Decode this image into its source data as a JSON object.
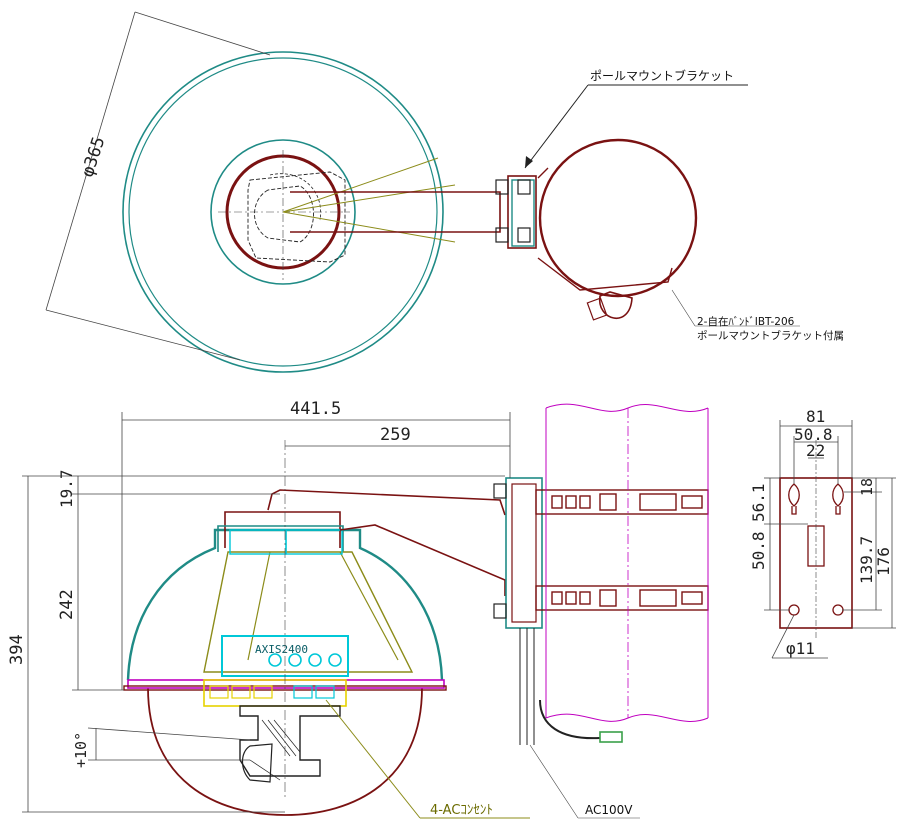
{
  "labels": {
    "bracket_top": "ポールマウントブラケット",
    "band_line1": "2-自在ﾊﾞﾝﾄﾞIBT-206",
    "band_line2": "ポールマウントブラケット付属",
    "ac_outlet": "4-ACｺﾝｾﾝﾄ",
    "ac_power": "AC100V",
    "model": "AXIS2400"
  },
  "dimensions": {
    "dia365": "φ365",
    "w441": "441.5",
    "w259": "259",
    "h19_7": "19.7",
    "h242": "242",
    "h394": "394",
    "tilt10": "+10°",
    "p81": "81",
    "p50_8_top": "50.8",
    "p22": "22",
    "p18": "18",
    "p56_1": "56.1",
    "p50_8_side": "50.8",
    "p139_7": "139.7",
    "p176": "176",
    "hole11": "φ11"
  },
  "colors": {
    "maroon": "#7a1212",
    "teal": "#1f8b86",
    "olive": "#8c8c1a",
    "cyan": "#00c8d8",
    "yellow": "#e6d200",
    "magenta": "#c000c0"
  }
}
